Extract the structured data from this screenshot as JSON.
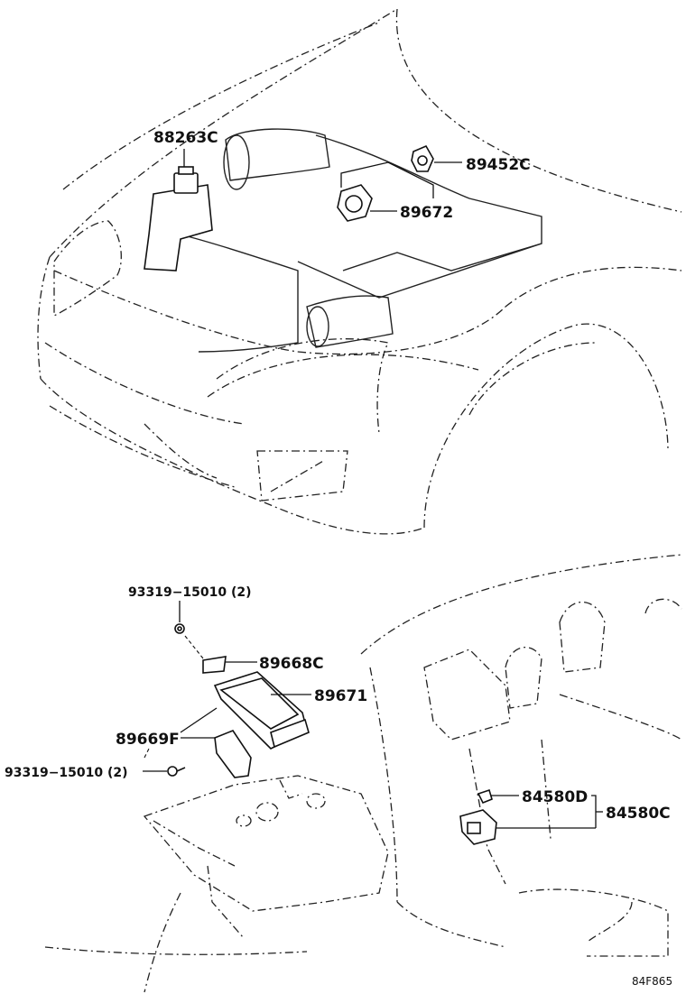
{
  "callouts": {
    "c88263c": "88263C",
    "c89452c": "89452C",
    "c89672": "89672",
    "c93319_top": "93319−15010 (2)",
    "c89668c": "89668C",
    "c89671": "89671",
    "c89669f": "89669F",
    "c93319_bottom": "93319−15010 (2)",
    "c84580d": "84580D",
    "c84580c": "84580C"
  },
  "diagram_code": "84F865"
}
